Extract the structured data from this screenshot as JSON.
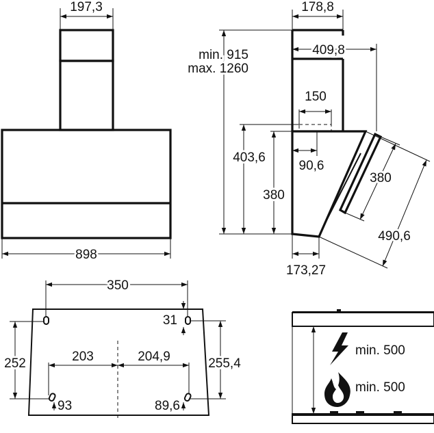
{
  "front_view": {
    "chimney_width": "197,3",
    "hood_width": "898"
  },
  "side_view": {
    "chimney_depth": "178,8",
    "total_height_min": "min. 915",
    "total_height_max": "max. 1260",
    "total_depth": "409,8",
    "outlet_width": "150",
    "outlet_offset": "90,6",
    "height_to_outlet": "403,6",
    "hood_height": "380",
    "bottom_depth": "173,27",
    "panel_length": "380",
    "panel_extension": "490,6"
  },
  "mounting_template": {
    "top_hole_spacing": "350",
    "top_hole_offset": "31",
    "left_height": "252",
    "right_height": "255,4",
    "left_lower_offset": "203",
    "right_lower_offset": "204,9",
    "left_bottom_offset": "93",
    "right_bottom_offset": "89,6"
  },
  "installation": {
    "electric_clearance": "min. 500",
    "gas_clearance": "min. 500"
  },
  "icons": {
    "electric": "lightning-icon",
    "gas": "flame-icon"
  }
}
